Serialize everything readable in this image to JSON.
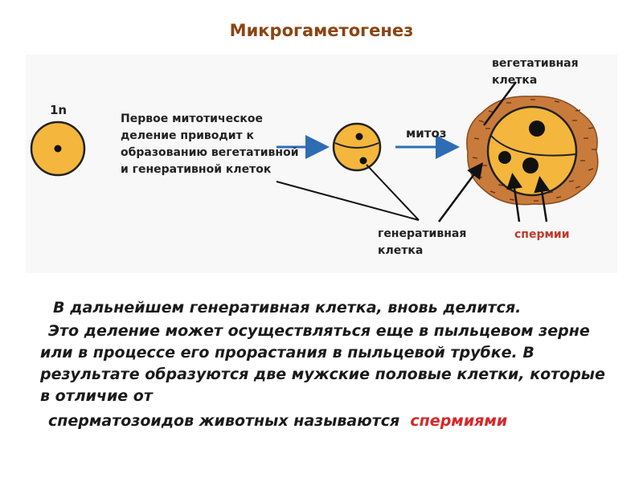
{
  "title": "Микрогаметогенез",
  "diagram": {
    "label_1n": "1n",
    "description": "Первое митотическое деление приводит к образованию вегетативной и генеративной клеток",
    "mitosis_label": "митоз",
    "vegetative_label": "вегетативная клетка",
    "generative_label": "генеративная клетка",
    "sperm_label": "спермии",
    "colors": {
      "cell_fill": "#F4B63C",
      "cell_outline": "#222222",
      "arrow": "#2E6DB4",
      "pollen_coat": "#C97B3C",
      "sperm_label": "#C0392B"
    }
  },
  "text": {
    "paragraph1": "В дальнейшем генеративная клетка,  вновь делится.",
    "paragraph2": "Это деление может осуществляться еще в пыльцевом зерне или в процессе его прорастания в пыльцевой трубке. В результате образуются две мужские половые клетки, которые в отличие от",
    "paragraph2_end": "сперматозоидов животных называются",
    "highlight_word": "спермиями"
  }
}
